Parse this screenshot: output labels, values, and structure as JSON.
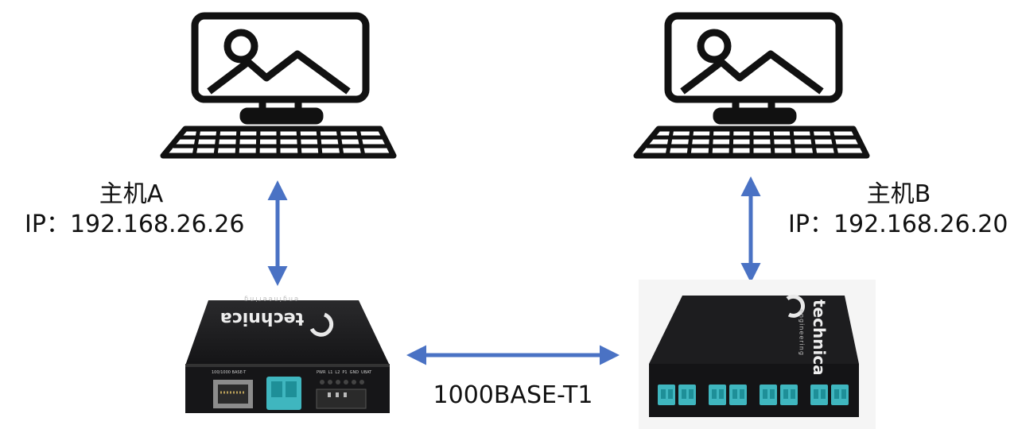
{
  "hostA": {
    "name": "主机A",
    "ip": "IP：192.168.26.26"
  },
  "hostB": {
    "name": "主机B",
    "ip": "IP：192.168.26.20"
  },
  "link": {
    "label": "1000BASE-T1"
  },
  "deviceA": {
    "brand": "technica",
    "brand_sub": "engineering",
    "port_label": "100/1000 BASE-T",
    "led_labels": [
      "PWR",
      "L1",
      "L2",
      "P1",
      "GND",
      "UBAT"
    ]
  },
  "deviceB": {
    "brand": "technica",
    "brand_sub": "engineering"
  },
  "colors": {
    "arrow": "#4a72c4",
    "device": "#1c1c1e",
    "connector": "#3fb6bf"
  },
  "icons": [
    "monitor-icon",
    "keyboard-icon",
    "landscape-icon"
  ]
}
